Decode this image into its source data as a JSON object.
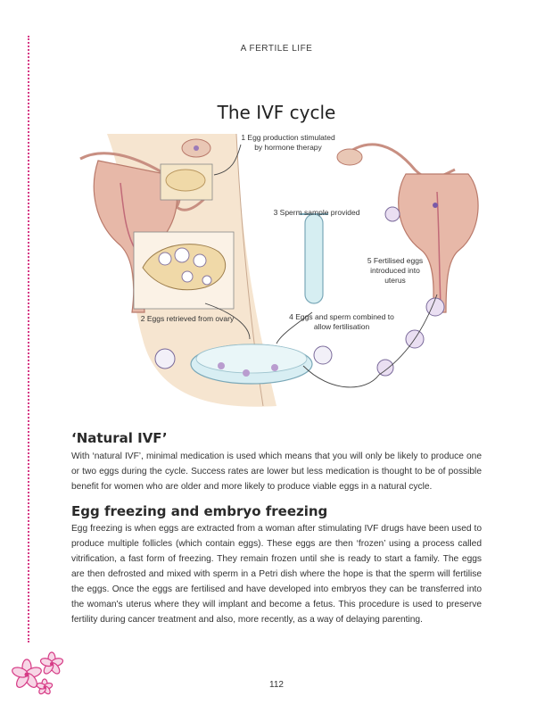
{
  "running_head": "A FERTILE LIFE",
  "figure": {
    "title": "The IVF cycle",
    "labels": {
      "step1": "1 Egg production stimulated by hormone therapy",
      "step2": "2 Eggs retrieved from ovary",
      "step3": "3 Sperm sample provided",
      "step4": "4 Eggs and sperm combined to allow fertilisation",
      "step5": "5 Fertilised eggs introduced into uterus"
    }
  },
  "sections": [
    {
      "heading": "‘Natural IVF’",
      "body": "With ‘natural IVF’, minimal medication is used which means that you will only be likely to produce one or two eggs during the cycle. Success rates are lower but less medication is thought to be of possible benefit for women who are older and more likely to produce viable eggs in a natural cycle."
    },
    {
      "heading": "Egg freezing and embryo freezing",
      "body": "Egg freezing is when eggs are extracted from a woman after stimulating IVF drugs have been used to produce multiple follicles (which contain eggs). These eggs are then ‘frozen’ using a process called vitrification, a fast form of freezing. They remain frozen until she is ready to start a family. The eggs are then defrosted and mixed with sperm in a Petri dish where the hope is that the sperm will fertilise the eggs. Once the eggs are fertilised and have developed into embryos they can be transferred into the woman's uterus where they will implant and become a fetus. This procedure is used to preserve fertility during cancer treatment and also, more recently, as a way of delaying parenting."
    }
  ],
  "page_number": "112",
  "colors": {
    "accent": "#d63b86",
    "uterus": "#e7b8a8",
    "skin_wash": "#f3dcc0"
  }
}
